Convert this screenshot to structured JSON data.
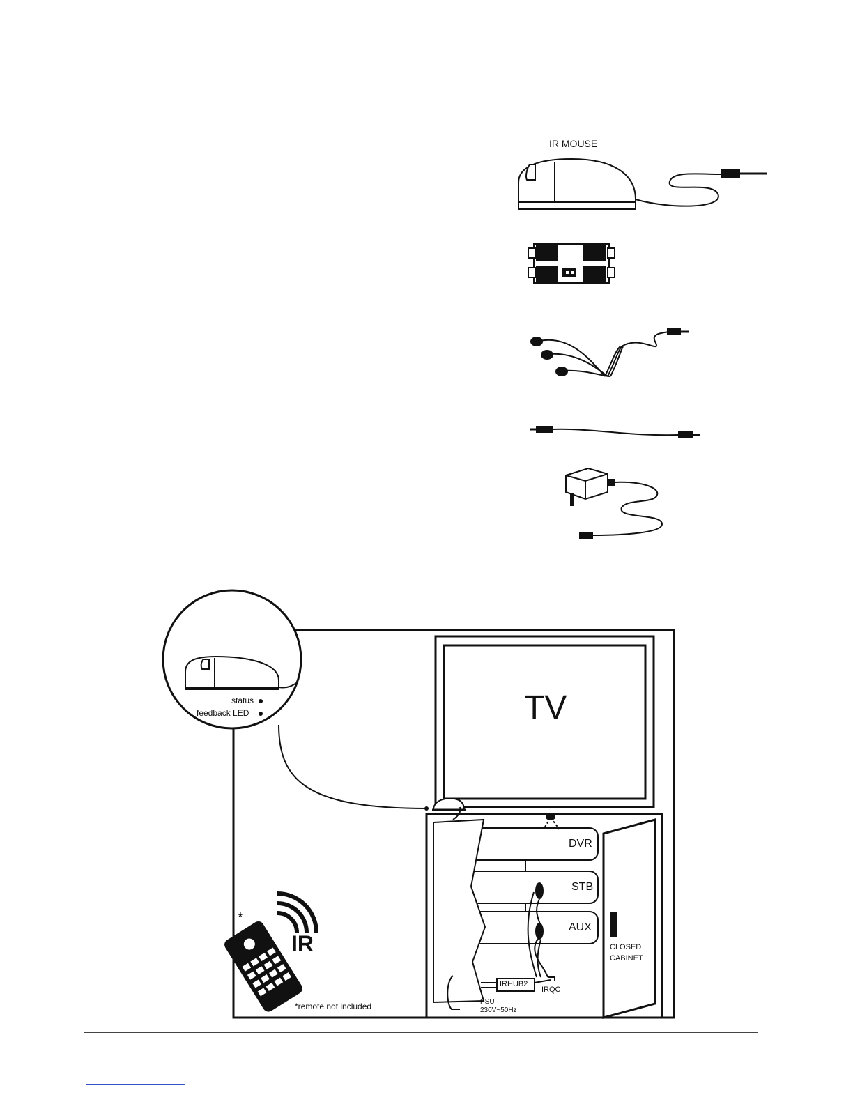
{
  "components": {
    "ir_mouse_label": "IR MOUSE"
  },
  "diagram": {
    "tv_label": "TV",
    "status_label": "status",
    "feedback_label": "feedback LED",
    "devices": [
      "DVR",
      "STB",
      "AUX"
    ],
    "hub_label": "IRHUB2",
    "irqc_label": "IRQC",
    "psu_label": "PSU",
    "psu_voltage": "230V~50Hz",
    "cabinet_line1": "CLOSED",
    "cabinet_line2": "CABINET",
    "ir_label": "IR",
    "asterisk": "*",
    "remote_note": "*remote not included"
  }
}
